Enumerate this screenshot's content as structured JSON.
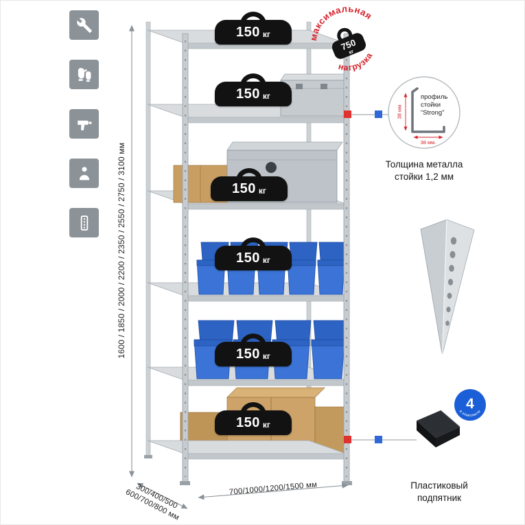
{
  "palette": {
    "accent_red": "#d6232b",
    "marker_red": "#e03131",
    "marker_blue": "#2e68d9",
    "bin_blue": "#3b74d6",
    "badge_black": "#121212",
    "metal_gray": "#c7ccd0"
  },
  "sidebar": {
    "icons": [
      {
        "name": "wrench-icon"
      },
      {
        "name": "work-gloves-icon"
      },
      {
        "name": "drill-icon"
      },
      {
        "name": "person-height-icon"
      },
      {
        "name": "rack-post-icon"
      }
    ]
  },
  "rack": {
    "shelf_count": 6,
    "shelf_badge": {
      "value": "150",
      "unit": "кг"
    }
  },
  "stamp": {
    "word_top": "максимальная",
    "word_bottom": "нагрузка",
    "value": "750",
    "unit": "кг"
  },
  "dimensions": {
    "height": "1600 / 1850 / 2000 / 2200 / 2350 / 2550 / 2750 / 3100 мм",
    "depth": "300/400/500\n600/700/800 мм",
    "width": "700/1000/1200/1500 мм"
  },
  "profile": {
    "label1": "профиль",
    "label2": "стойки",
    "label3": "“Strong”",
    "dim_v": "38 мм",
    "dim_h": "38 мм.",
    "caption": "Толщина металла\nстойки 1,2 мм"
  },
  "foot": {
    "badge_number": "4",
    "badge_text": "в комплекте",
    "caption": "Пластиковый\nподпятник"
  }
}
